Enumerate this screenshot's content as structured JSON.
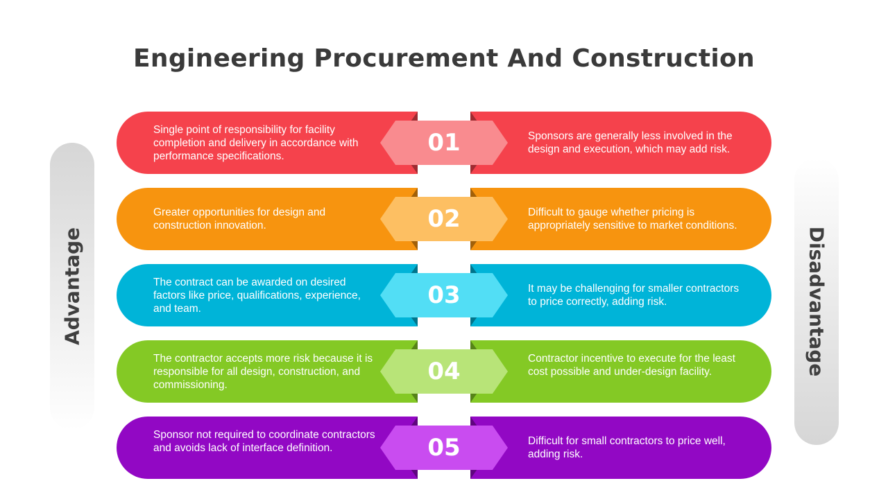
{
  "title": "Engineering Procurement And Construction",
  "left_label": "Advantage",
  "right_label": "Disadvantage",
  "rows": [
    {
      "number": "01",
      "advantage": "Single point of responsibility for facility completion and delivery in accordance with performance specifications.",
      "disadvantage": "Sponsors are generally less involved in the design and execution, which may add risk.",
      "color": "#f5424c",
      "badge_color": "#f98b8f"
    },
    {
      "number": "02",
      "advantage": "Greater opportunities for design and construction innovation.",
      "disadvantage": "Difficult to gauge whether pricing is appropriately sensitive to market conditions.",
      "color": "#f7940f",
      "badge_color": "#fdbf62"
    },
    {
      "number": "03",
      "advantage": "The contract can be awarded on desired factors like price, qualifications, experience, and team.",
      "disadvantage": "It may be challenging for smaller contractors to price correctly, adding risk.",
      "color": "#00b4d8",
      "badge_color": "#52def5"
    },
    {
      "number": "04",
      "advantage": "The contractor accepts more risk because it is responsible for all design, construction, and commissioning.",
      "disadvantage": "Contractor incentive to execute for the least cost possible and under-design facility.",
      "color": "#84c925",
      "badge_color": "#b8e478"
    },
    {
      "number": "05",
      "advantage": "Sponsor not required to coordinate contractors and avoids lack of interface definition.",
      "disadvantage": "Difficult for small contractors to price well, adding risk.",
      "color": "#9208c4",
      "badge_color": "#c94cf0"
    }
  ]
}
